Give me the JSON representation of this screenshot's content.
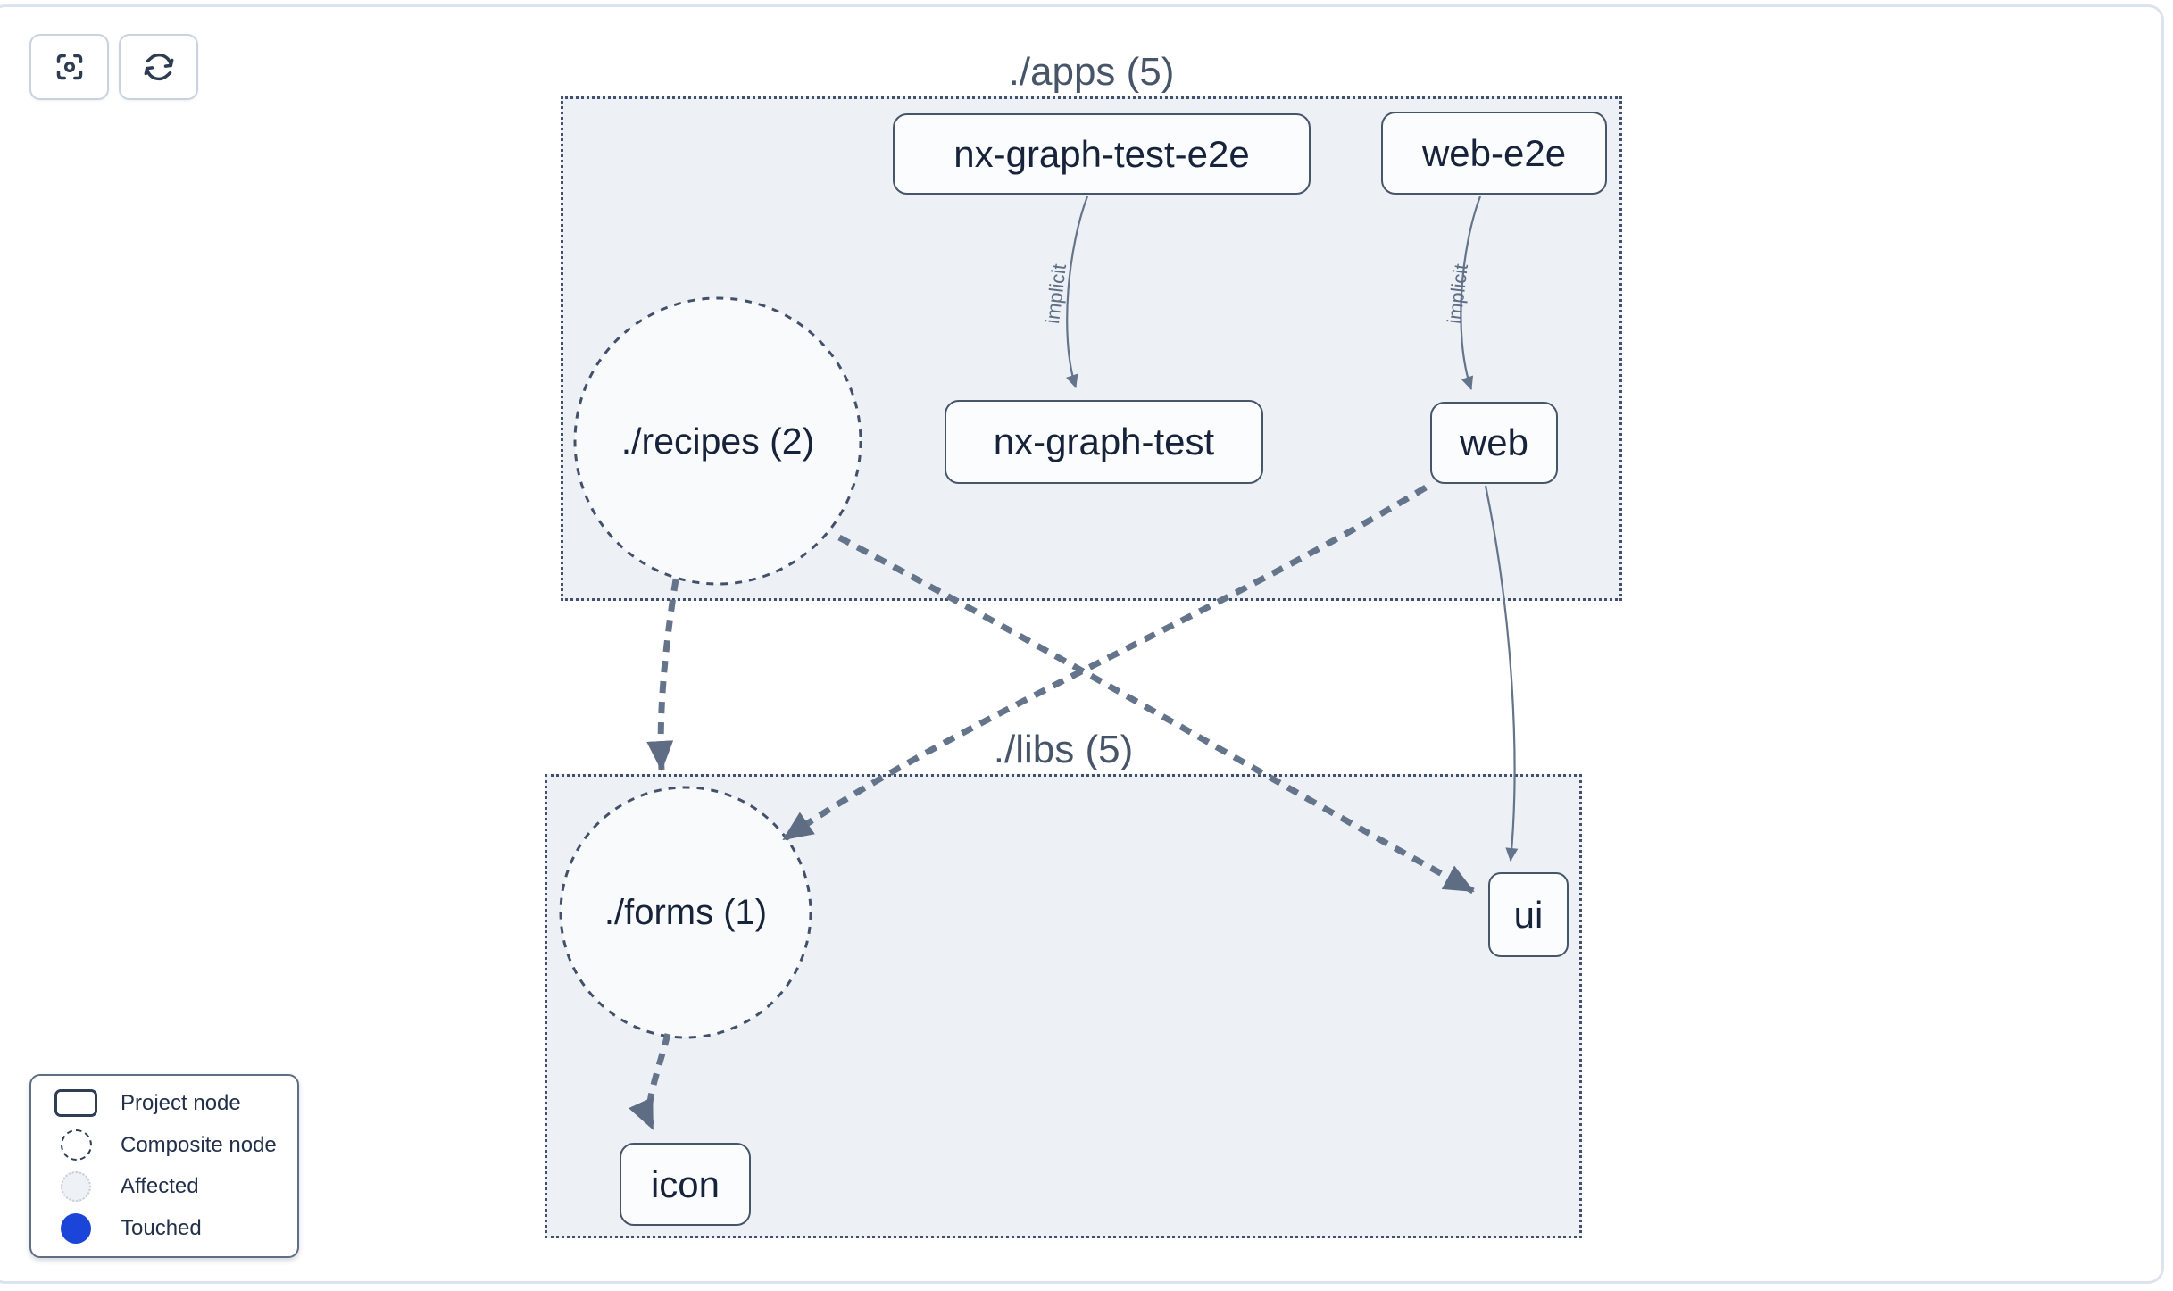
{
  "toolbar": {
    "focus_button": {
      "icon": "crosshair-focus-icon",
      "tooltip": ""
    },
    "refresh_button": {
      "icon": "refresh-icon",
      "tooltip": ""
    }
  },
  "graph": {
    "groups": [
      {
        "id": "apps",
        "title": "./apps (5)"
      },
      {
        "id": "libs",
        "title": "./libs (5)"
      }
    ],
    "nodes": [
      {
        "id": "nx-graph-test-e2e",
        "label": "nx-graph-test-e2e",
        "type": "project",
        "group": "apps"
      },
      {
        "id": "web-e2e",
        "label": "web-e2e",
        "type": "project",
        "group": "apps"
      },
      {
        "id": "recipes",
        "label": "./recipes (2)",
        "type": "composite",
        "group": "apps"
      },
      {
        "id": "nx-graph-test",
        "label": "nx-graph-test",
        "type": "project",
        "group": "apps"
      },
      {
        "id": "web",
        "label": "web",
        "type": "project",
        "group": "apps"
      },
      {
        "id": "forms",
        "label": "./forms (1)",
        "type": "composite",
        "group": "libs"
      },
      {
        "id": "ui",
        "label": "ui",
        "type": "project",
        "group": "libs"
      },
      {
        "id": "icon",
        "label": "icon",
        "type": "project",
        "group": "libs"
      }
    ],
    "edges": [
      {
        "from": "nx-graph-test-e2e",
        "to": "nx-graph-test",
        "label": "implicit",
        "style": "solid-thin"
      },
      {
        "from": "web-e2e",
        "to": "web",
        "label": "implicit",
        "style": "solid-thin"
      },
      {
        "from": "web",
        "to": "ui",
        "label": "",
        "style": "solid-thin"
      },
      {
        "from": "recipes",
        "to": "forms",
        "label": "",
        "style": "dashed-thick"
      },
      {
        "from": "recipes",
        "to": "ui",
        "label": "",
        "style": "dashed-thick"
      },
      {
        "from": "web",
        "to": "forms",
        "label": "",
        "style": "dashed-thick"
      },
      {
        "from": "forms",
        "to": "icon",
        "label": "",
        "style": "dashed-thick"
      }
    ]
  },
  "legend": {
    "items": [
      {
        "label": "Project node",
        "swatch": "project-node-swatch"
      },
      {
        "label": "Composite node",
        "swatch": "composite-node-swatch"
      },
      {
        "label": "Affected",
        "swatch": "affected-swatch"
      },
      {
        "label": "Touched",
        "swatch": "touched-swatch"
      }
    ]
  },
  "colors": {
    "group_fill": "#edf1f6",
    "group_border": "#42506a",
    "node_border": "#475569",
    "node_fill": "#fbfcfe",
    "edge": "#64748b",
    "arrow": "#5f6d84",
    "touched_blue": "#1b44d9",
    "panel_border": "#dde3ee"
  }
}
